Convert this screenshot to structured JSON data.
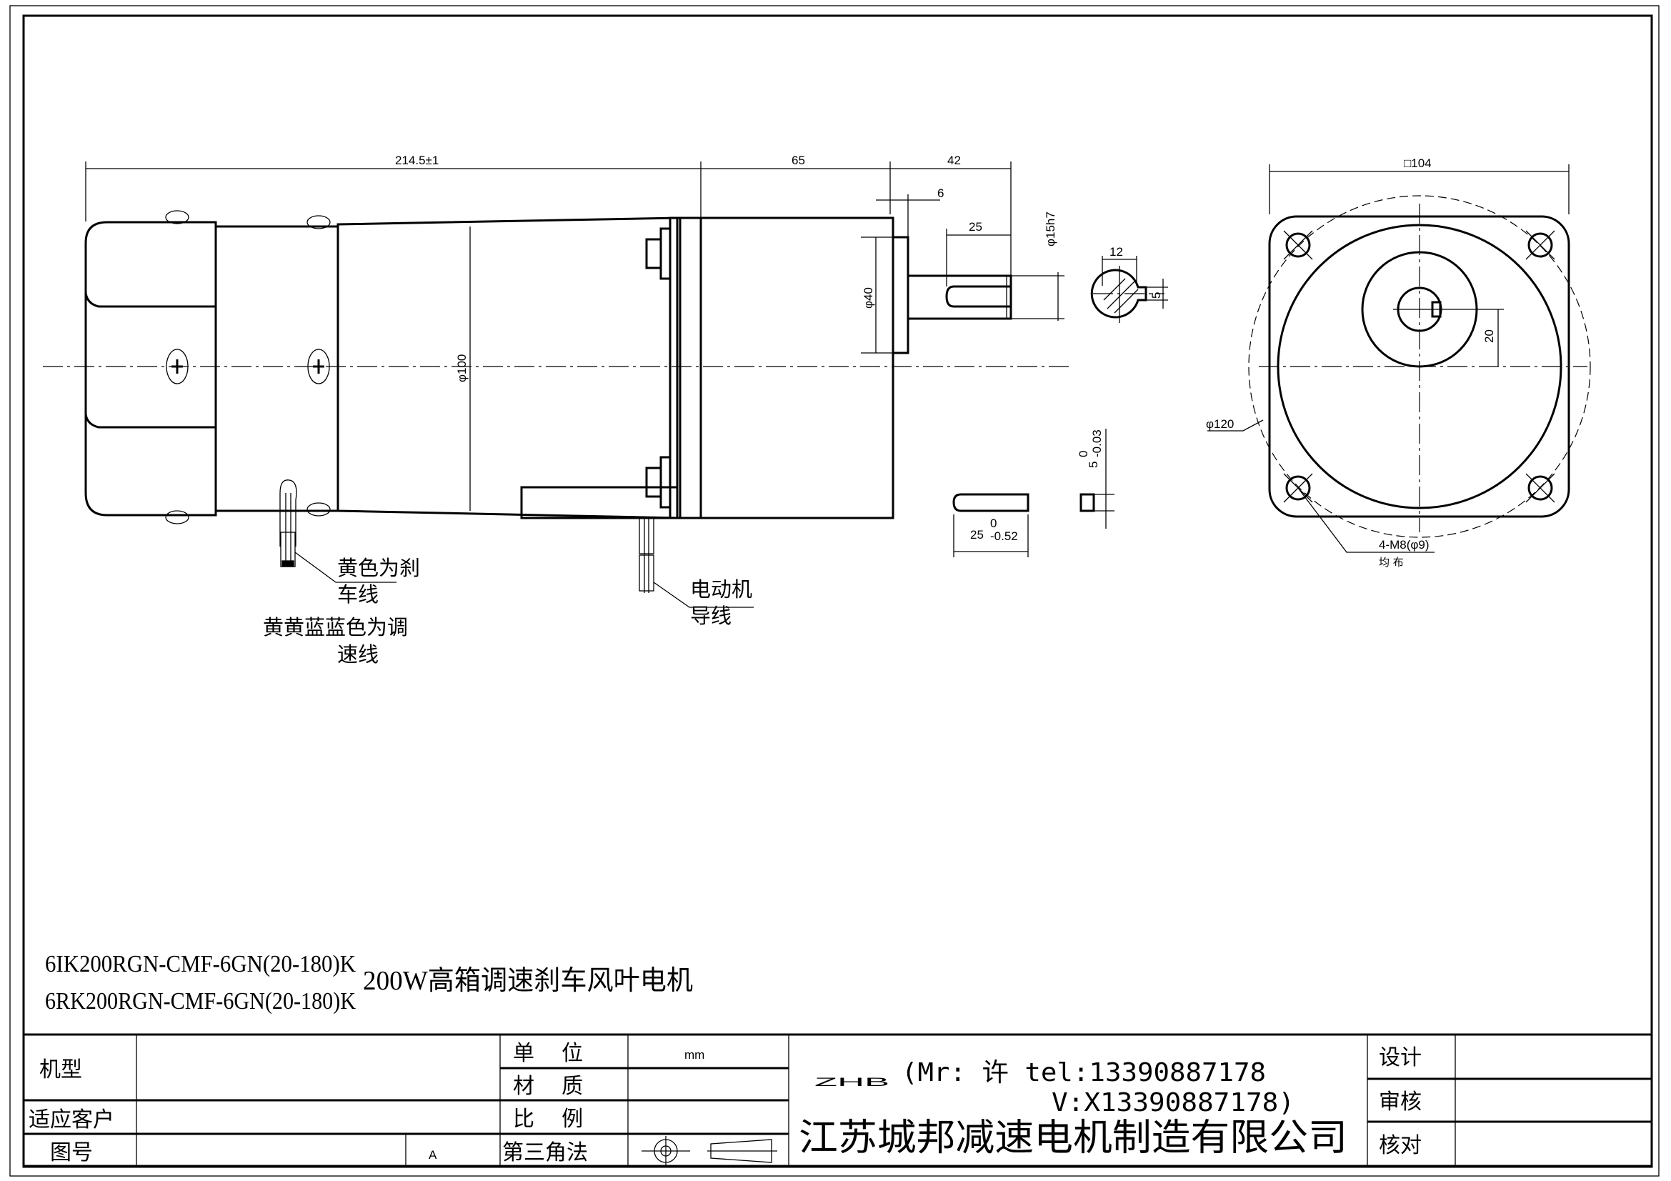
{
  "dimensions": {
    "overall_length": "214.5±1",
    "gearbox_length": "65",
    "shaft_length": "42",
    "boss_length": "6",
    "key_length": "25",
    "shaft_dia": "φ15h7",
    "boss_dia": "φ40",
    "body_dia": "φ100",
    "section_width": "12",
    "keyway_width": "5",
    "key_len_main": "25",
    "key_len_tol_upper": "0",
    "key_len_tol_lower": "-0.52",
    "key_w_main": "5",
    "key_w_tol_upper": "0",
    "key_w_tol_lower": "-0.03",
    "square_size": "□104",
    "offset": "20",
    "pcd": "φ120",
    "holes": "4-M8(φ9)",
    "holes_note": "均 布"
  },
  "labels": {
    "brake_wire_1": "黄色为刹",
    "brake_wire_2": "车线",
    "speed_wire_1": "黄黄蓝蓝色为调",
    "speed_wire_2": "速线",
    "motor_wire_1": "电动机",
    "motor_wire_2": "导线"
  },
  "product": {
    "model_1": "6IK200RGN-CMF-6GN(20-180)K",
    "model_2": "6RK200RGN-CMF-6GN(20-180)K",
    "name": "200W高箱调速刹车风叶电机"
  },
  "title_block": {
    "model_label": "机型",
    "customer_label": "适应客户",
    "drawing_no_label": "图号",
    "revision": "A",
    "unit_label": "单    位",
    "unit_value": "mm",
    "material_label": "材    质",
    "scale_label": "比    例",
    "projection_label": "第三角法",
    "brand": "ZHB",
    "contact_line_1": "(Mr: 许 tel:13390887178",
    "contact_line_2": "V:X13390887178)",
    "company": "江苏城邦减速电机制造有限公司",
    "design_label": "设计",
    "review_label": "审核",
    "check_label": "核对"
  }
}
